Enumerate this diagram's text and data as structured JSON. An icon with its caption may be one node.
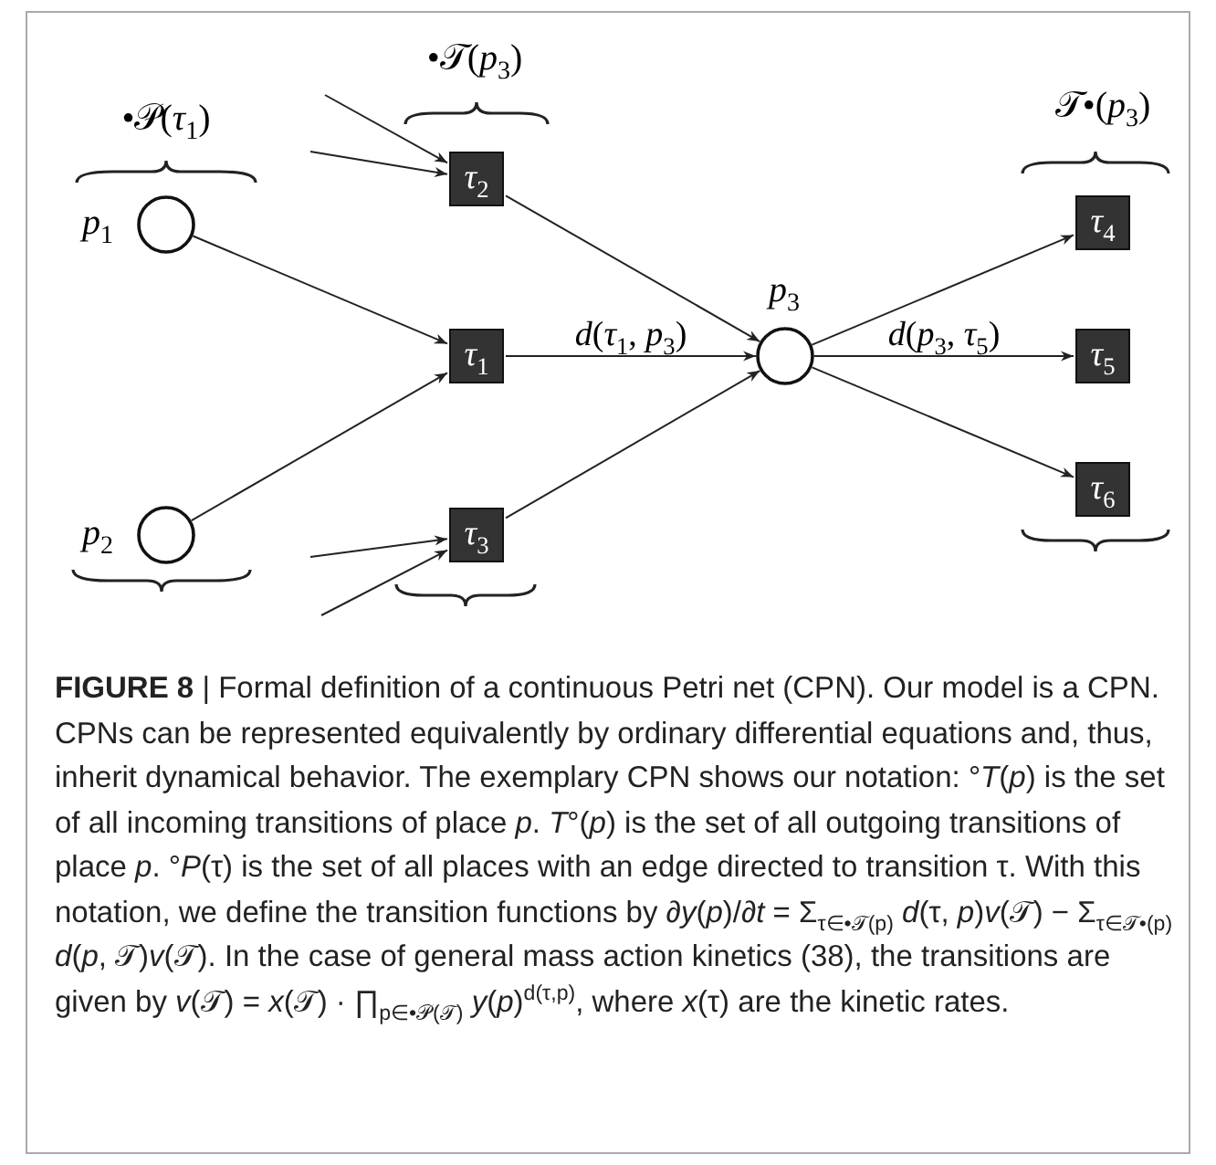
{
  "diagram": {
    "caption": "**FIGURE 8** | Formal definition of a continuous Petri net (CPN). Our model is a CPN. CPNs can be represented equivalently by ordinary differential equations and, thus, inherit dynamical behavior. The exemplary CPN shows our notation: °*T*(*p*) is the set of all incoming transitions of place *p*. *T*°(*p*) is the set of all outgoing transitions of place *p*. °*P*(τ) is the set of all places with an edge directed to transition τ. With this notation, we define the transition functions by ∂*y*(*p*)/∂*t* = Σ$_{τ∈•𝒯(p)}$ *d*(τ, *p*)*v*(𝒯) − Σ$_{τ∈𝒯•(p)}$ *d*(*p*, 𝒯)*v*(𝒯). In the case of general mass action kinetics (38), the transitions are given by *v*(𝒯) = *x*(𝒯) · ∏$_{p∈•𝒫(𝒯)}$ *y*(*p*)$^{d(τ,p)}$, where *x*(τ) are the kinetic rates.",
    "nodes": [
      {
        "text": [
          "*p*$_{1}$"
        ]
      },
      {
        "text": [
          "*p*$_{2}$"
        ]
      },
      {
        "text": [
          "*τ*$_{2}$"
        ]
      },
      {
        "text": [
          "*τ*$_{1}$"
        ]
      },
      {
        "text": [
          "*τ*$_{3}$"
        ]
      },
      {
        "text": [
          "*p*$_{3}$"
        ]
      },
      {
        "text": [
          "*τ*$_{4}$"
        ]
      },
      {
        "text": [
          "*τ*$_{5}$"
        ]
      },
      {
        "text": [
          "*τ*$_{6}$"
        ]
      }
    ],
    "edges": [
      {
        "from": null,
        "to": 2,
        "arrow": "to"
      },
      {
        "from": null,
        "to": 2,
        "arrow": "to"
      },
      {
        "from": 2,
        "to": 5,
        "arrow": "to"
      },
      {
        "from": 0,
        "to": 3,
        "arrow": "to"
      },
      {
        "from": 1,
        "to": 3,
        "arrow": "to"
      },
      {
        "from": 3,
        "to": 5,
        "arrow": "to",
        "label": "*d*(*τ*$_{1}$, *p*$_{3}$)"
      },
      {
        "from": null,
        "to": 4,
        "arrow": "to"
      },
      {
        "from": null,
        "to": 4,
        "arrow": "to"
      },
      {
        "from": 4,
        "to": 5,
        "arrow": "to"
      },
      {
        "from": 5,
        "to": 6,
        "arrow": "to"
      },
      {
        "from": 5,
        "to": 7,
        "arrow": "to",
        "label": "*d*(*p*$_{3}$, *τ*$_{5}$)"
      },
      {
        "from": 5,
        "to": 8,
        "arrow": "to"
      }
    ],
    "labels": [
      "•𝒯(*p*$_{3}$)",
      "•𝒫(*τ*$_{1}$)",
      "𝒯•(*p*$_{3}$)"
    ]
  }
}
